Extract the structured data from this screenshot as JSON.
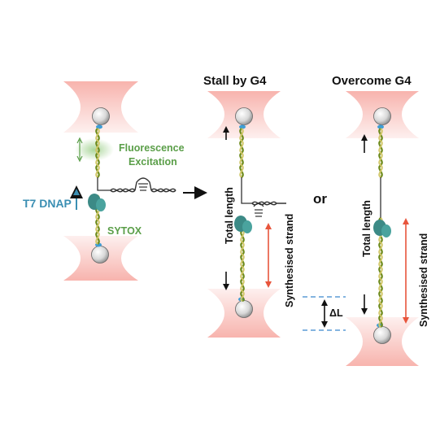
{
  "labels": {
    "stall_title": "Stall by G4",
    "overcome_title": "Overcome G4",
    "or": "or",
    "fluorescence": "Fluorescence",
    "excitation": "Excitation",
    "t7": "T7 DNAP",
    "sytox": "SYTOX",
    "total_length_a": "Total length",
    "synth_a": "Synthesised strand",
    "delta_l": "ΔL",
    "total_length_b": "Total length",
    "synth_b": "Synthesised strand"
  },
  "colors": {
    "trap": "#f59a92",
    "dna_green": "#6d8a1c",
    "dna_yellow": "#d9d36a",
    "fluor_green": "#5a9e48",
    "t7_blue": "#3b8fb3",
    "polymerase": "#3c8a86",
    "synth_red": "#e8553c",
    "dashed_blue": "#5b9bd5"
  }
}
